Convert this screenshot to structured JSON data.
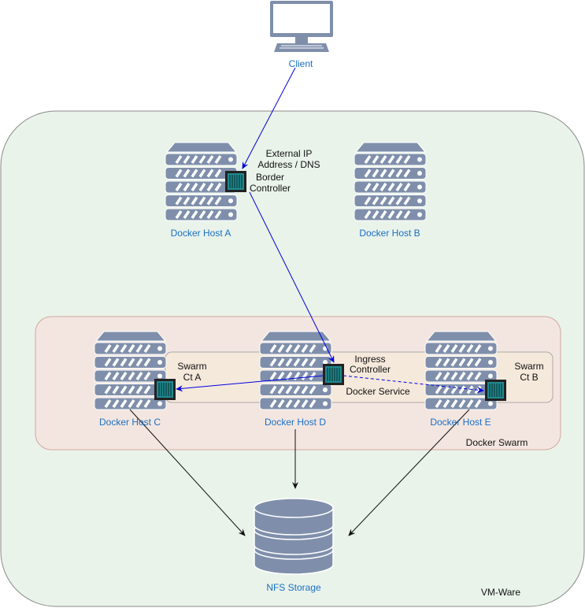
{
  "labels": {
    "client": "Client",
    "host_a": "Docker Host A",
    "host_b": "Docker Host B",
    "host_c": "Docker Host C",
    "host_d": "Docker Host D",
    "host_e": "Docker Host E",
    "nfs": "NFS Storage",
    "vmware": "VM-Ware",
    "docker_swarm": "Docker Swarm",
    "docker_service": "Docker Service",
    "external_ip_line1": "External IP",
    "external_ip_line2": "Address / DNS",
    "border_line1": "Border",
    "border_line2": "Controller",
    "ingress_line1": "Ingress",
    "ingress_line2": "Controller",
    "swarm_a_line1": "Swarm",
    "swarm_a_line2": "Ct A",
    "swarm_b_line1": "Swarm",
    "swarm_b_line2": "Ct B"
  },
  "colors": {
    "vmware_fill": "#e9f3ea",
    "vmware_stroke": "#8a8a8a",
    "swarm_fill": "#f3e6e0",
    "swarm_stroke": "#d4a7a0",
    "service_fill": "#f5e9dc",
    "service_stroke": "#aaaaaa",
    "server_fill": "#7f8fab",
    "server_stroke": "#ffffff",
    "container_fill": "#1e8a8f",
    "container_stroke": "#222222",
    "link_blue": "#0000dd",
    "text_blue": "#1a6fc4",
    "arrow_black": "#111111"
  },
  "icons": {
    "client": "monitor-icon",
    "servers": "server-rack-icon",
    "containers": "container-icon",
    "storage": "database-icon"
  }
}
